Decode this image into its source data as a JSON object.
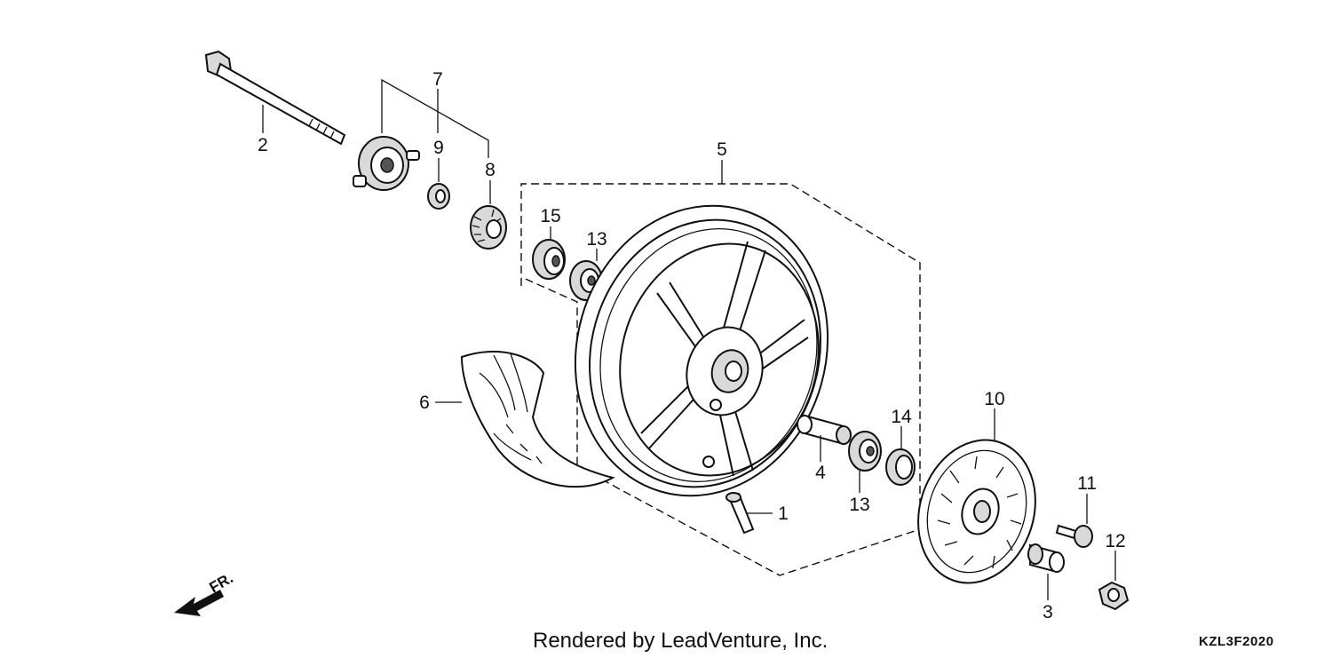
{
  "parts": [
    {
      "id": "2",
      "label": "2"
    },
    {
      "id": "7",
      "label": "7"
    },
    {
      "id": "9",
      "label": "9"
    },
    {
      "id": "8",
      "label": "8"
    },
    {
      "id": "5",
      "label": "5"
    },
    {
      "id": "15",
      "label": "15"
    },
    {
      "id": "13a",
      "label": "13"
    },
    {
      "id": "6",
      "label": "6"
    },
    {
      "id": "14",
      "label": "14"
    },
    {
      "id": "4",
      "label": "4"
    },
    {
      "id": "13b",
      "label": "13"
    },
    {
      "id": "1",
      "label": "1"
    },
    {
      "id": "10",
      "label": "10"
    },
    {
      "id": "11",
      "label": "11"
    },
    {
      "id": "12",
      "label": "12"
    },
    {
      "id": "3",
      "label": "3"
    }
  ],
  "direction_label": "FR.",
  "credit": "Rendered by LeadVenture, Inc.",
  "diagram_code": "KZL3F2020"
}
